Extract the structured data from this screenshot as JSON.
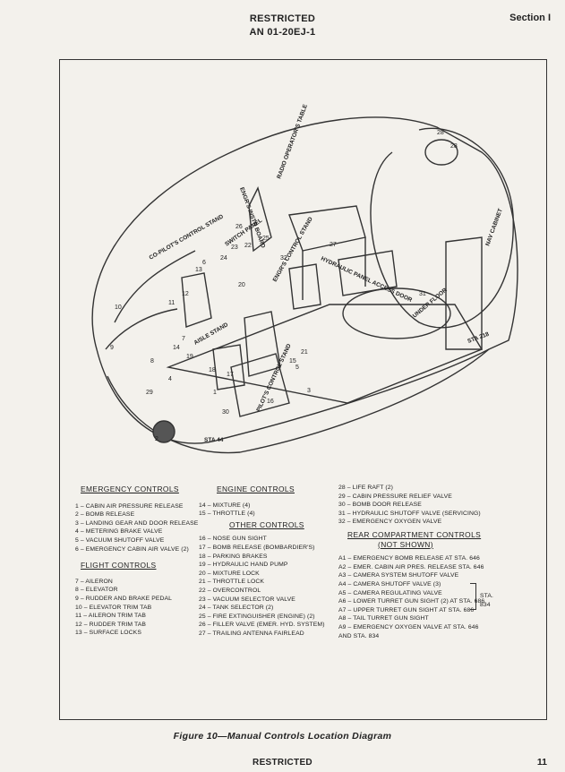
{
  "header": {
    "classification": "RESTRICTED",
    "doc_number": "AN 01-20EJ-1",
    "section": "Section I"
  },
  "diagram_labels": {
    "copilot_stand": "CO-PILOT'S CONTROL STAND",
    "engrs_instr_board": "ENGR'S INSTR BOARD",
    "radio_operator_table": "RADIO OPERATOR'S TABLE",
    "switch_panel": "SWITCH PANEL",
    "engrs_control_stand": "ENGR'S CONTROL STAND",
    "hydraulic_panel": "HYDRAULIC PANEL ACCESS DOOR",
    "nav_cabinet": "NAV CABINET",
    "under_floor": "UNDER FLOOR",
    "aisle_stand": "AISLE STAND",
    "pilot_stand": "PILOT'S CONTROL STAND",
    "sta_44": "STA 44",
    "sta_218": "STA 218",
    "callouts": [
      {
        "n": "28"
      },
      {
        "n": "26"
      },
      {
        "n": "25"
      },
      {
        "n": "24"
      },
      {
        "n": "23"
      },
      {
        "n": "22"
      },
      {
        "n": "27"
      },
      {
        "n": "32"
      },
      {
        "n": "31"
      },
      {
        "n": "6"
      },
      {
        "n": "13"
      },
      {
        "n": "20"
      },
      {
        "n": "12"
      },
      {
        "n": "10"
      },
      {
        "n": "11"
      },
      {
        "n": "9"
      },
      {
        "n": "7"
      },
      {
        "n": "8"
      },
      {
        "n": "4"
      },
      {
        "n": "14"
      },
      {
        "n": "19"
      },
      {
        "n": "18"
      },
      {
        "n": "17"
      },
      {
        "n": "21"
      },
      {
        "n": "15"
      },
      {
        "n": "16"
      },
      {
        "n": "5"
      },
      {
        "n": "3"
      },
      {
        "n": "2"
      },
      {
        "n": "1"
      },
      {
        "n": "30"
      },
      {
        "n": "29"
      },
      {
        "n": "28"
      }
    ]
  },
  "emergency": {
    "title": "EMERGENCY CONTROLS",
    "items": [
      "1 – CABIN AIR PRESSURE RELEASE",
      "2 – BOMB RELEASE",
      "3 – LANDING GEAR AND DOOR RELEASE",
      "4 – METERING BRAKE VALVE",
      "5 – VACUUM SHUTOFF VALVE",
      "6 – EMERGENCY CABIN AIR VALVE (2)"
    ]
  },
  "flight": {
    "title": "FLIGHT CONTROLS",
    "items": [
      "7 – AILERON",
      "8 – ELEVATOR",
      "9 – RUDDER AND BRAKE PEDAL",
      "10 – ELEVATOR TRIM TAB",
      "11 – AILERON TRIM TAB",
      "12 – RUDDER TRIM TAB",
      "13 – SURFACE LOCKS"
    ]
  },
  "engine": {
    "title": "ENGINE CONTROLS",
    "items": [
      "14 – MIXTURE (4)",
      "15 – THROTTLE (4)"
    ]
  },
  "other": {
    "title": "OTHER CONTROLS",
    "items": [
      "16 – NOSE GUN SIGHT",
      "17 – BOMB RELEASE (BOMBARDIER'S)",
      "18 – PARKING BRAKES",
      "19 – HYDRAULIC HAND PUMP",
      "20 – MIXTURE LOCK",
      "21 – THROTTLE LOCK",
      "22 – OVERCONTROL",
      "23 – VACUUM SELECTOR VALVE",
      "24 – TANK SELECTOR (2)",
      "25 – FIRE EXTINGUISHER (ENGINE) (2)",
      "26 – FILLER VALVE (EMER. HYD. SYSTEM)",
      "27 – TRAILING ANTENNA FAIRLEAD"
    ]
  },
  "misc": {
    "items": [
      "28 – LIFE RAFT (2)",
      "29 – CABIN PRESSURE RELIEF VALVE",
      "30 – BOMB DOOR RELEASE",
      "31 – HYDRAULIC SHUTOFF VALVE (SERVICING)",
      "32 – EMERGENCY OXYGEN VALVE"
    ]
  },
  "rear": {
    "title": "REAR COMPARTMENT CONTROLS",
    "subtitle": "(NOT SHOWN)",
    "items": [
      "A1 – EMERGENCY BOMB RELEASE AT STA. 646",
      "A2 – EMER. CABIN AIR PRES. RELEASE STA. 646",
      "A3 – CAMERA SYSTEM SHUTOFF VALVE",
      "A4 – CAMERA SHUTOFF VALVE (3)",
      "A5 – CAMERA REGULATING VALVE",
      "A6 – LOWER TURRET GUN SIGHT (2) AT STA. 686",
      "A7 – UPPER TURRET GUN SIGHT AT STA. 686",
      "A8 – TAIL TURRET GUN SIGHT",
      "A9 – EMERGENCY OXYGEN VALVE AT STA. 646",
      "AND STA. 834"
    ],
    "bracket_label": "STA. 834"
  },
  "caption": "Figure 10—Manual Controls Location Diagram",
  "footer": {
    "classification": "RESTRICTED",
    "page": "11"
  }
}
